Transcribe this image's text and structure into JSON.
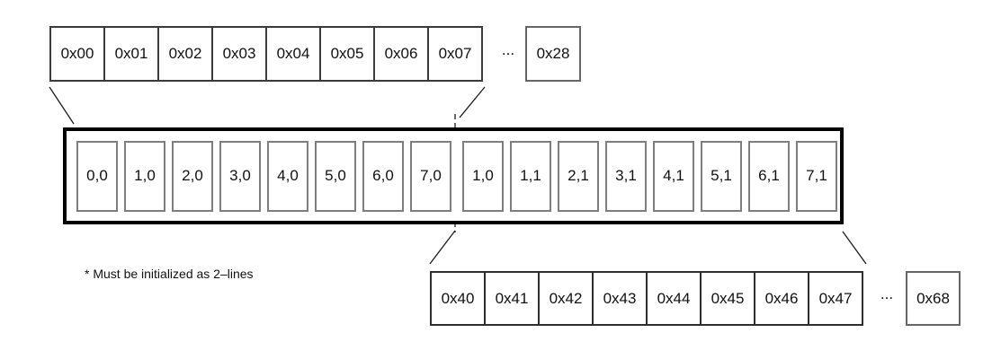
{
  "top_row": {
    "cells": [
      "0x00",
      "0x01",
      "0x02",
      "0x03",
      "0x04",
      "0x05",
      "0x06",
      "0x07"
    ],
    "ellipsis": "...",
    "last_cell": "0x28"
  },
  "buffer": {
    "left_cells": [
      "0,0",
      "1,0",
      "2,0",
      "3,0",
      "4,0",
      "5,0",
      "6,0",
      "7,0"
    ],
    "right_cells": [
      "1,0",
      "1,1",
      "2,1",
      "3,1",
      "4,1",
      "5,1",
      "6,1",
      "7,1"
    ]
  },
  "bottom_row": {
    "cells": [
      "0x40",
      "0x41",
      "0x42",
      "0x43",
      "0x44",
      "0x45",
      "0x46",
      "0x47"
    ],
    "ellipsis": "...",
    "last_cell": "0x68"
  },
  "note": "* Must be initialized as 2–lines",
  "colors": {
    "background": "#ffffff",
    "thick_border": "#000000",
    "buffer_cell_border": "#7e7e7e",
    "address_cell_border": "#3a3a3a",
    "text": "#111111"
  }
}
